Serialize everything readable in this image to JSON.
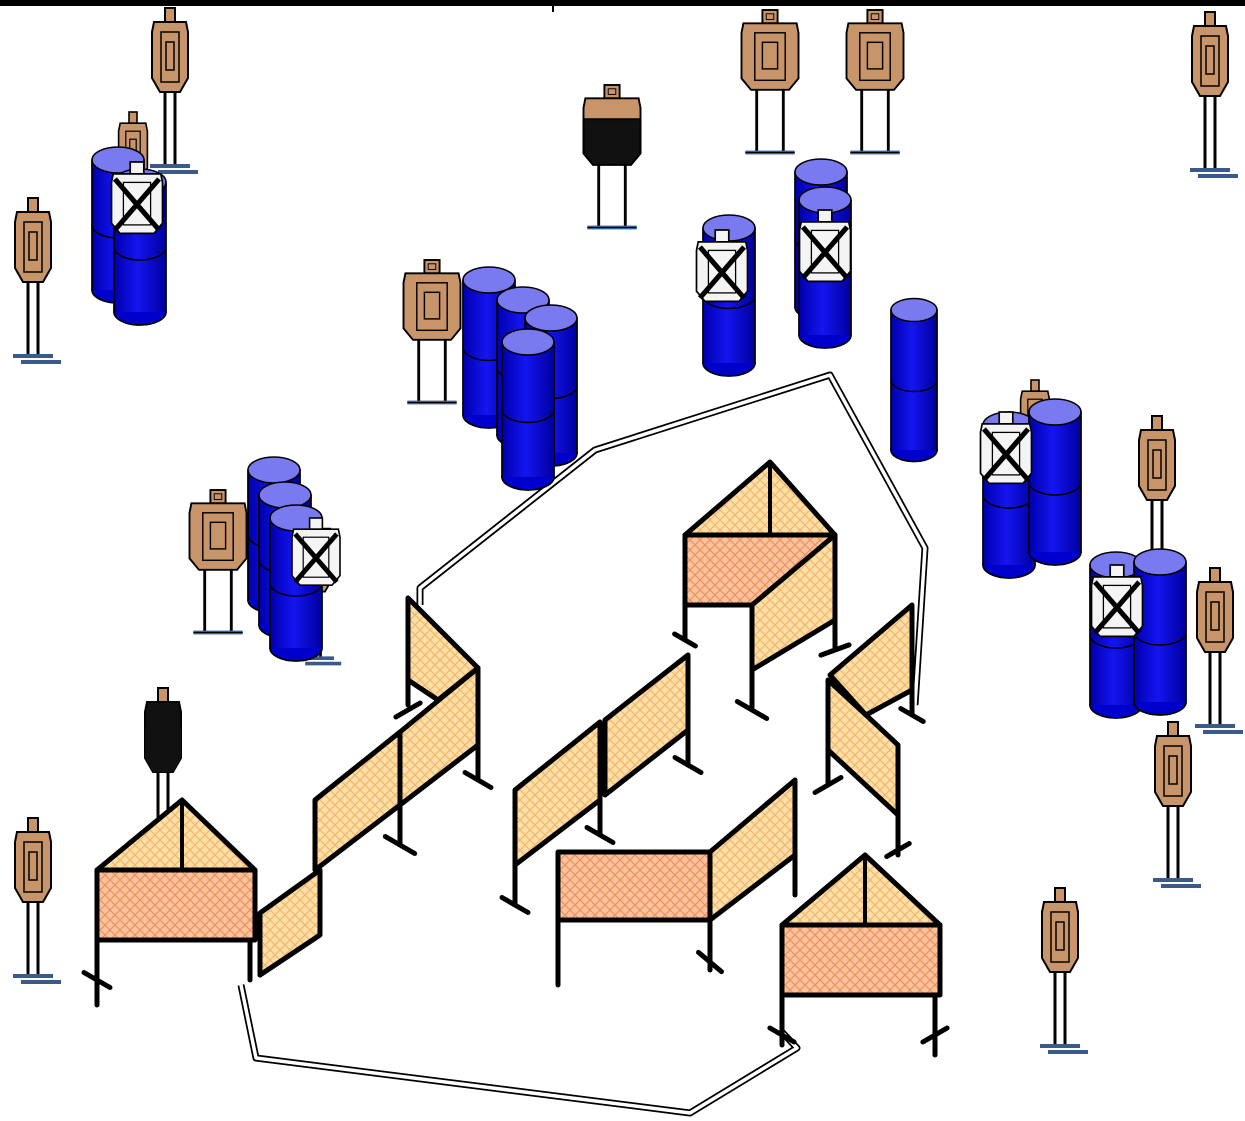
{
  "colors": {
    "background": "#ffffff",
    "outline": "#000000",
    "paper_target": "#c8946a",
    "hard_cover_target": "#111111",
    "no_shoot_target": "#f4f4f4",
    "barrel_light": "#7a7af0",
    "barrel_dark": "#0000cc",
    "wall_mesh": "#fde0a8",
    "wall_mesh_dense": "#fbc39c",
    "target_stand_base": "#3a5a8c"
  },
  "diagram": {
    "type": "stage-layout",
    "elements": {
      "paper_targets": 16,
      "black_targets": 2,
      "no_shoot_targets": 6,
      "barrel_groups": 7,
      "barricades": 3,
      "fault_line": 1
    },
    "icons": [
      "paper-target-icon",
      "hard-cover-target-icon",
      "no-shoot-target-icon",
      "barrel-icon",
      "wall-panel-icon"
    ]
  }
}
